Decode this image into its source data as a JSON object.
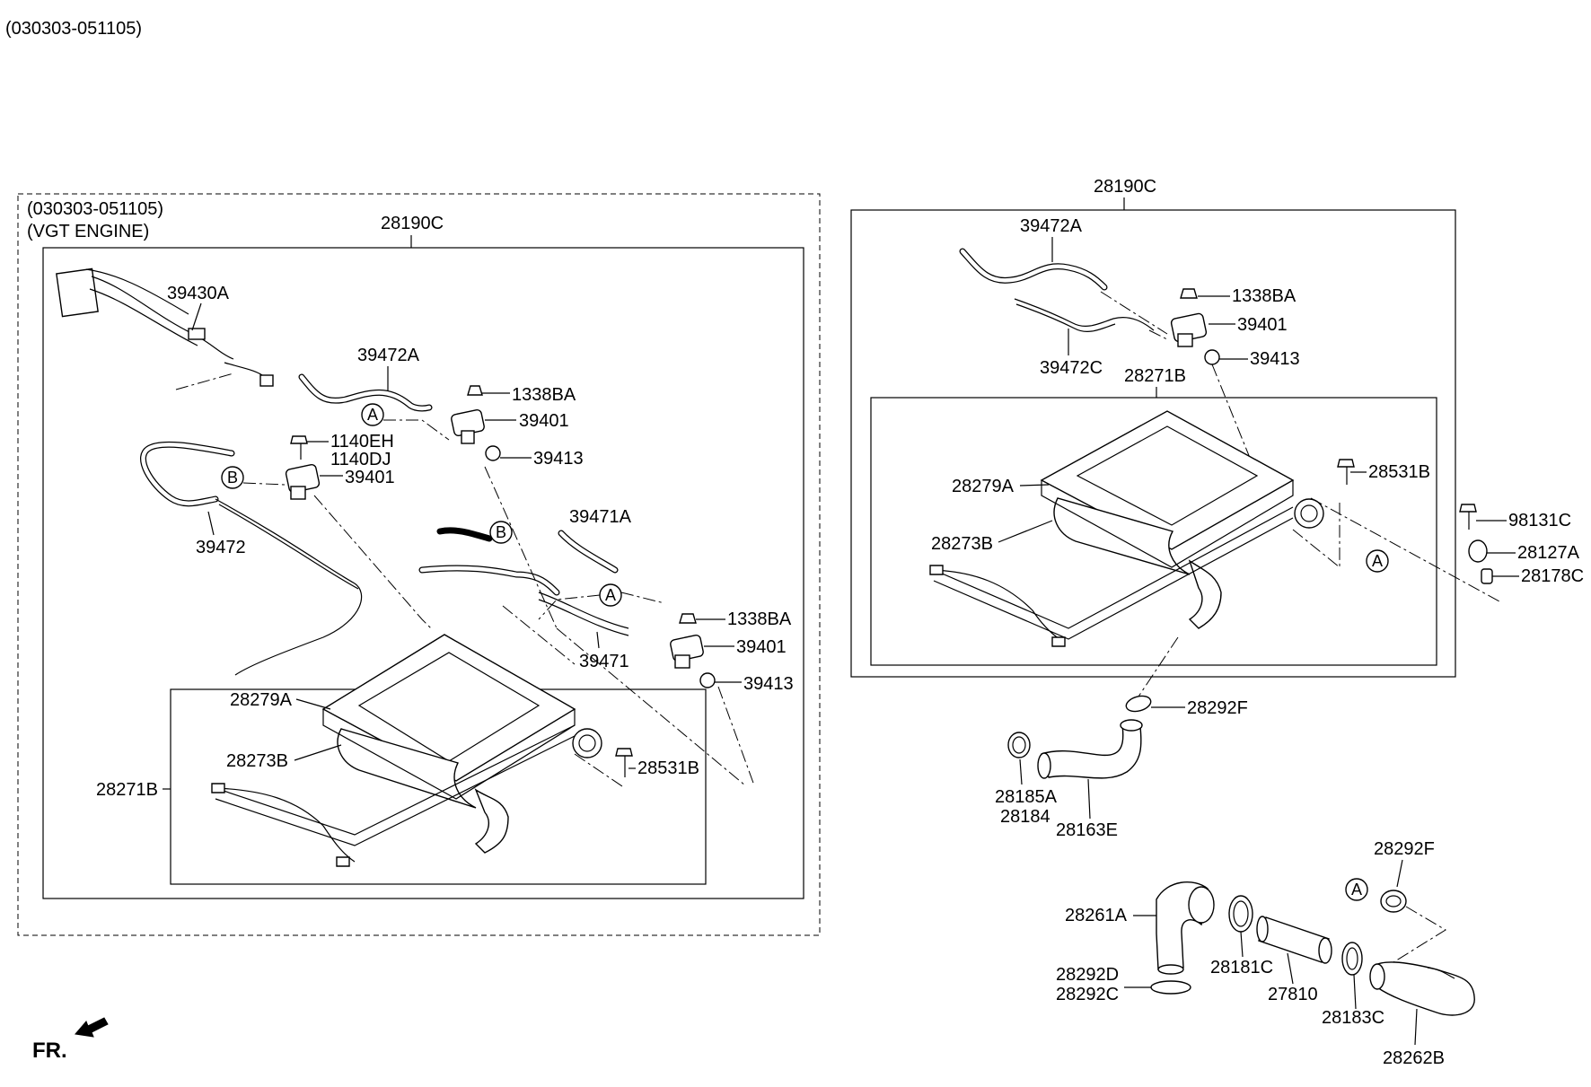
{
  "header": {
    "date_code": "(030303-051105)"
  },
  "left_panel": {
    "date_code": "(030303-051105)",
    "engine_note": "(VGT ENGINE)",
    "assembly_label": "28190C",
    "labels": {
      "p39430A": "39430A",
      "p39472A": "39472A",
      "p1338BA_top": "1338BA",
      "p39401_top": "39401",
      "p39413_top": "39413",
      "p1140EH": "1140EH",
      "p1140DJ": "1140DJ",
      "p39401_mid": "39401",
      "p39472": "39472",
      "p39471A": "39471A",
      "p39471": "39471",
      "p1338BA_low": "1338BA",
      "p39401_low": "39401",
      "p39413_low": "39413",
      "p28279A": "28279A",
      "p28273B": "28273B",
      "p28271B": "28271B",
      "p28531B": "28531B"
    },
    "callouts": {
      "a1": "A",
      "b1": "B",
      "b2": "B",
      "a2": "A"
    }
  },
  "right_panel": {
    "assembly_label": "28190C",
    "labels": {
      "p39472A": "39472A",
      "p1338BA": "1338BA",
      "p39401": "39401",
      "p39472C": "39472C",
      "p39413": "39413",
      "p28271B": "28271B",
      "p28279A": "28279A",
      "p28273B": "28273B",
      "p28531B": "28531B",
      "p98131C": "98131C",
      "p28127A": "28127A",
      "p28178C": "28178C"
    },
    "callouts": {
      "a1": "A"
    }
  },
  "lower_right": {
    "labels": {
      "p28292F_a": "28292F",
      "p28185A": "28185A",
      "p28184": "28184",
      "p28163E": "28163E",
      "p28292F_b": "28292F",
      "p28261A": "28261A",
      "p28181C": "28181C",
      "p28292D": "28292D",
      "p28292C": "28292C",
      "p27810": "27810",
      "p28183C": "28183C",
      "p28262B": "28262B"
    },
    "callouts": {
      "a1": "A"
    }
  },
  "footer": {
    "front_label": "FR."
  },
  "icons": [
    "front-arrow-icon"
  ]
}
